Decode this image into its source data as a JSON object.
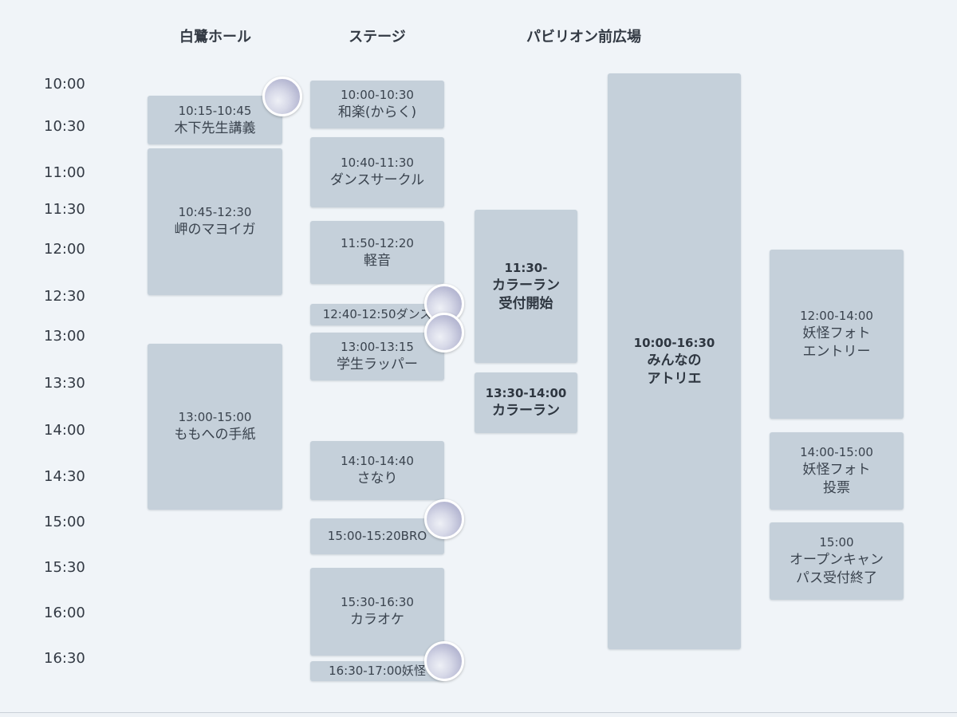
{
  "columns": {
    "hakuran_hall": "白鷺ホール",
    "stage": "ステージ",
    "pavilion_plaza": "パビリオン前広場"
  },
  "time_labels": [
    "10:00",
    "10:30",
    "11:00",
    "11:30",
    "12:00",
    "12:30",
    "13:00",
    "13:30",
    "14:00",
    "14:30",
    "15:00",
    "15:30",
    "16:00",
    "16:30"
  ],
  "events": {
    "hall_1": {
      "time": "10:15-10:45",
      "title": "木下先生講義"
    },
    "hall_2": {
      "time": "10:45-12:30",
      "title": "岬のマヨイガ"
    },
    "hall_3": {
      "time": "13:00-15:00",
      "title": "ももへの手紙"
    },
    "stage_1": {
      "time": "10:00-10:30",
      "title": "和楽(からく)"
    },
    "stage_2": {
      "time": "10:40-11:30",
      "title": "ダンスサークル"
    },
    "stage_3": {
      "time": "11:50-12:20",
      "title": "軽音"
    },
    "stage_4": {
      "time": "12:40-12:50ダンス",
      "title": ""
    },
    "stage_5": {
      "time": "13:00-13:15",
      "title": "学生ラッパー"
    },
    "stage_6": {
      "time": "14:10-14:40",
      "title": "さなり"
    },
    "stage_7": {
      "time": "15:00-15:20BRO",
      "title": ""
    },
    "stage_8": {
      "time": "15:30-16:30",
      "title": "カラオケ"
    },
    "stage_9": {
      "time": "16:30-17:00妖怪",
      "title": ""
    },
    "plaza_1": {
      "time": "11:30-",
      "title": "カラーラン\n受付開始"
    },
    "plaza_2": {
      "time": "13:30-14:00",
      "title": "カラーラン"
    },
    "plaza_3": {
      "time": "10:00-16:30",
      "title": "みんなの\nアトリエ"
    },
    "extra_1": {
      "time": "12:00-14:00",
      "title": "妖怪フォト\nエントリー"
    },
    "extra_2": {
      "time": "14:00-15:00",
      "title": "妖怪フォト\n投票"
    },
    "extra_3": {
      "time": "15:00",
      "title": "オープンキャン\nパス受付終了"
    }
  },
  "colors": {
    "background": "#f0f4f8",
    "event_block": "#c5d0da",
    "text": "#333a44"
  }
}
